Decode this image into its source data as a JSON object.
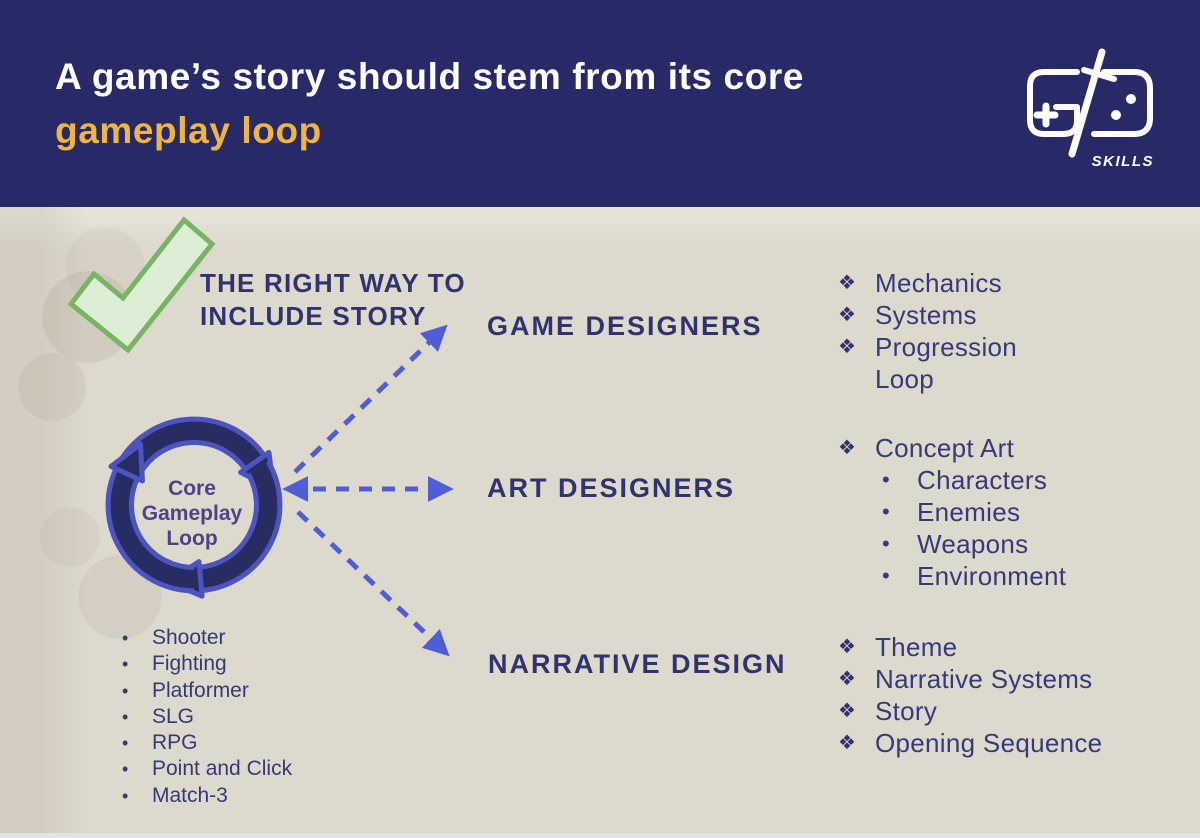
{
  "header": {
    "title_line1": "A game’s story should stem from its core",
    "title_accent": "gameplay loop",
    "logo_text": "SKILLS"
  },
  "slide": {
    "heading_line1": "THE RIGHT WAY TO",
    "heading_line2": "INCLUDE STORY",
    "loop_label_line1": "Core",
    "loop_label_line2": "Gameplay",
    "loop_label_line3": "Loop",
    "branches": {
      "game_designers": {
        "label": "GAME DESIGNERS",
        "items": [
          "Mechanics",
          "Systems",
          "Progression Loop"
        ]
      },
      "art_designers": {
        "label": "ART DESIGNERS",
        "items": [
          "Concept Art"
        ],
        "sub_items": [
          "Characters",
          "Enemies",
          "Weapons",
          "Environment"
        ]
      },
      "narrative_design": {
        "label": "NARRATIVE DESIGN",
        "items": [
          "Theme",
          "Narrative Systems",
          "Story",
          "Opening Sequence"
        ]
      }
    },
    "genres": [
      "Shooter",
      "Fighting",
      "Platformer",
      "SLG",
      "RPG",
      "Point and Click",
      "Match-3"
    ]
  },
  "icons": {
    "diamond_bullet": "❖",
    "round_bullet": "•"
  },
  "colors": {
    "header_bg": "#282a68",
    "accent_yellow": "#efb53f",
    "text_navy": "#2e3470",
    "arrow_blue": "#4f5ed6",
    "loop_fill": "#272c63",
    "loop_outline": "#4c54c0",
    "loop_text_purple": "#4f4288",
    "check_fill": "#dcefd6",
    "check_stroke": "#77b565",
    "paper_bg": "#ded9cd"
  }
}
